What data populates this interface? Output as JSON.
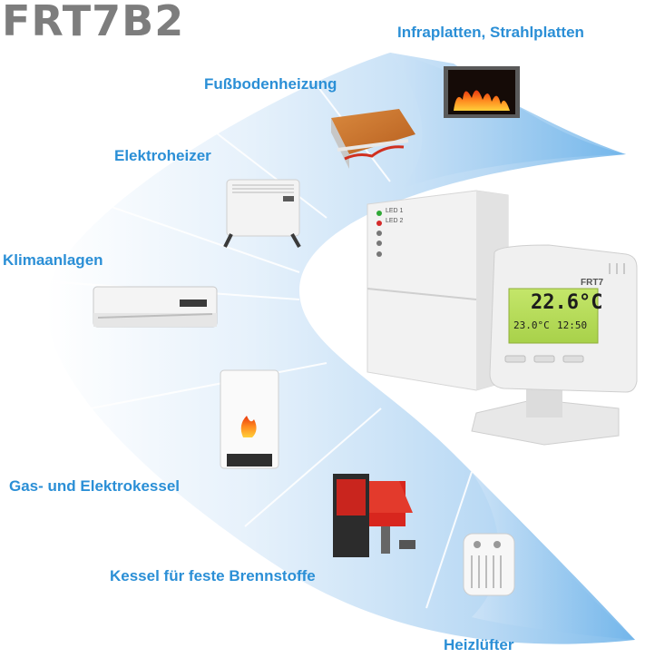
{
  "title": "FRT7B2",
  "labels": {
    "infraplatten": "Infraplatten, Strahlplatten",
    "fussbodenheizung": "Fußbodenheizung",
    "elektroheizer": "Elektroheizer",
    "klimaanlagen": "Klimaanlagen",
    "gaskessel": "Gas- und Elektrokessel",
    "feststoffkessel": "Kessel für feste Brennstoffe",
    "heizluefter": "Heizlüfter"
  },
  "receiver": {
    "led1": "LED 1",
    "led2": "LED 2"
  },
  "thermostat": {
    "brand": "FRT7",
    "temperature": "22.6°C",
    "small_left": "23.0°C",
    "small_right": "12:50"
  },
  "colors": {
    "accent": "#2b8fd6",
    "title": "#7d7d7d",
    "lcd": "#b6dc55"
  }
}
